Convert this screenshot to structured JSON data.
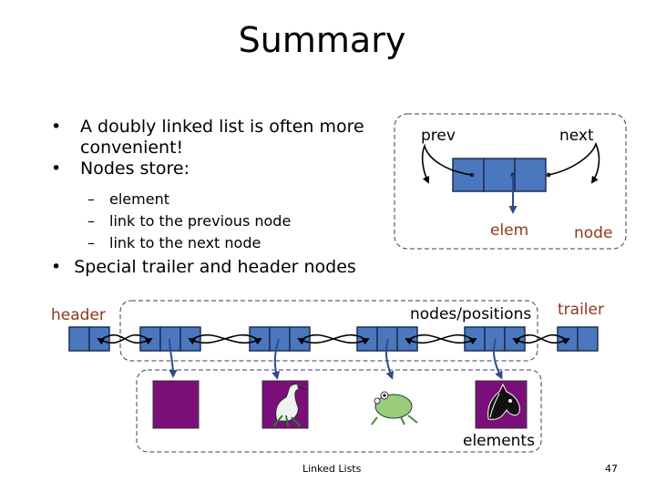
{
  "slide": {
    "title": "Summary",
    "bullets": [
      "A doubly linked list is often more convenient!",
      "Nodes store:"
    ],
    "sub_bullets": [
      "element",
      "link to the previous node",
      "link to the next node"
    ],
    "bullet_last": "Special trailer and header nodes",
    "footer_left": "Linked Lists",
    "page_number": "47"
  },
  "node_diagram": {
    "prev_label": "prev",
    "next_label": "next",
    "elem_label": "elem",
    "node_label": "node"
  },
  "list_diagram": {
    "header_label": "header",
    "positions_label": "nodes/positions",
    "trailer_label": "trailer",
    "elements_label": "elements",
    "element_icons": [
      "purple-square-icon",
      "heron-icon",
      "frog-icon",
      "horse-icon"
    ]
  },
  "colors": {
    "node_fill": "#4b77be",
    "node_stroke": "#1c2e52",
    "element_purple": "#7a0f7a",
    "dashed_border": "#3a3a6a",
    "label_accent": "#8b3a1a"
  }
}
